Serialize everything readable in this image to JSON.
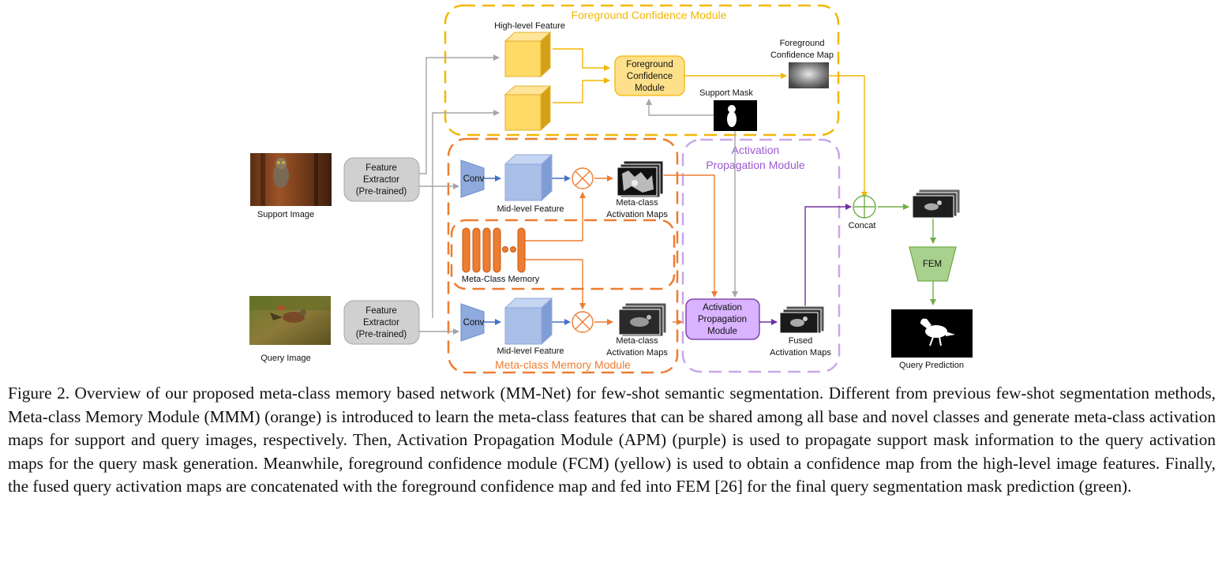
{
  "diagram": {
    "modules": {
      "fcm_title": "Foreground Confidence Module",
      "apm_title_line1": "Activation",
      "apm_title_line2": "Propagation Module",
      "mmm_title": "Meta-class Memory Module"
    },
    "inputs": {
      "support_image": "Support Image",
      "query_image": "Query Image"
    },
    "feature_extractor": [
      "Feature",
      "Extractor",
      "(Pre-trained)"
    ],
    "high_level_feature": "High-level Feature",
    "fcm_box": [
      "Foreground",
      "Confidence",
      "Module"
    ],
    "support_mask": "Support Mask",
    "foreground_confidence_map": [
      "Foreground",
      "Confidence Map"
    ],
    "conv": "Conv",
    "mid_level_feature": "Mid-level Feature",
    "meta_class_activation_maps": [
      "Meta-class",
      "Activation Maps"
    ],
    "meta_class_memory": "Meta-Class Memory",
    "apm_box": [
      "Activation",
      "Propagation",
      "Module"
    ],
    "fused_activation_maps": [
      "Fused",
      "Activation Maps"
    ],
    "concat": "Concat",
    "fem": "FEM",
    "query_prediction": "Query Prediction",
    "colors": {
      "yellow": "#f2b705",
      "orange": "#ed7d31",
      "purple": "#9b59d0",
      "green": "#70ad47",
      "blue": "#4472c4",
      "gray": "#a6a6a6"
    }
  },
  "caption": "Figure 2. Overview of our proposed meta-class memory based network (MM-Net) for few-shot semantic segmentation. Different from previous few-shot segmentation methods, Meta-class Memory Module (MMM) (orange) is introduced to learn the meta-class features that can be shared among all base and novel classes and generate meta-class activation maps for support and query images, respectively. Then, Activation Propagation Module (APM) (purple) is used to propagate support mask information to the query activation maps for the query mask generation. Meanwhile, foreground confidence module (FCM) (yellow) is used to obtain a confidence map from the high-level image features. Finally, the fused query activation maps are concatenated with the foreground confidence map and fed into FEM [26] for the final query segmentation mask prediction (green)."
}
